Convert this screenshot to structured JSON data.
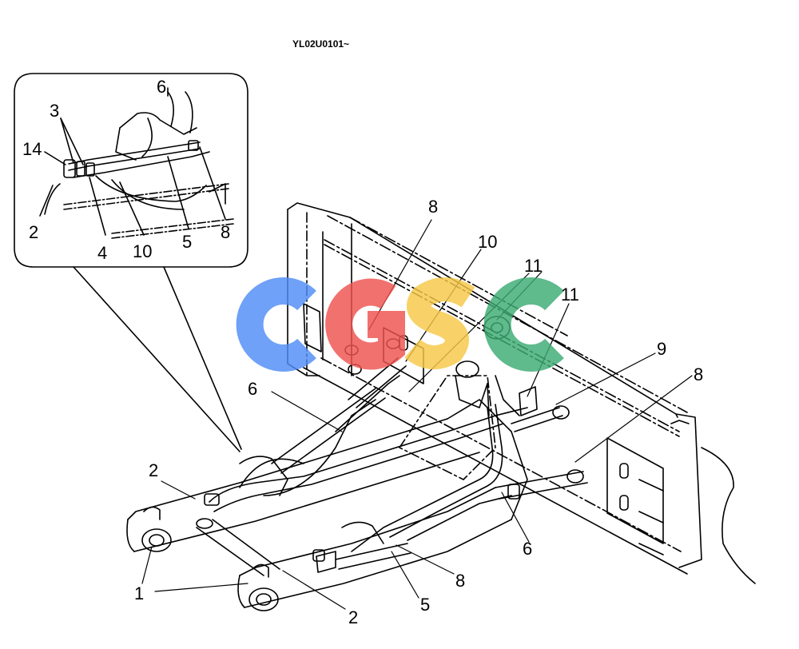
{
  "drawing_code": "YL02U0101~",
  "watermark": {
    "text": "CGSC",
    "colors": [
      "#4f8df6",
      "#ef5350",
      "#f7c948",
      "#3dab73"
    ]
  },
  "callouts": {
    "inset_6": "6",
    "inset_3": "3",
    "inset_14": "14",
    "inset_2": "2",
    "inset_4": "4",
    "inset_10": "10",
    "inset_5": "5",
    "inset_8": "8",
    "main_8_top": "8",
    "main_10": "10",
    "main_11_a": "11",
    "main_11_b": "11",
    "main_9": "9",
    "main_8_right": "8",
    "main_6_left": "6",
    "main_2_left": "2",
    "main_6_right": "6",
    "main_8_bottom": "8",
    "main_1": "1",
    "main_5": "5",
    "main_2_bottom": "2"
  }
}
